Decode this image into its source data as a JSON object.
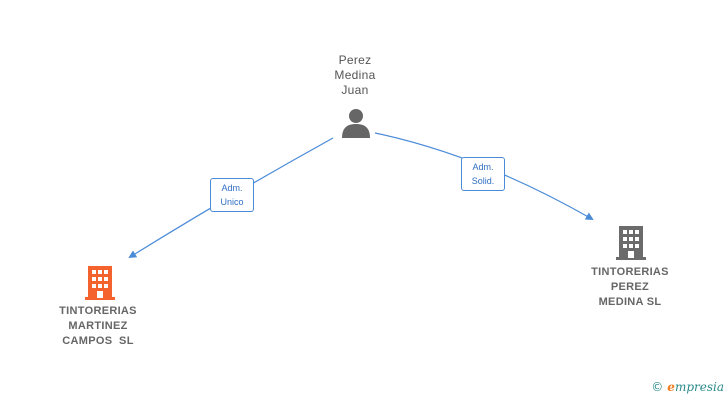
{
  "nodes": {
    "person": {
      "lines": [
        "Perez",
        "Medina",
        "Juan"
      ]
    },
    "company_left": {
      "lines": [
        "TINTORERIAS",
        "MARTINEZ",
        "CAMPOS  SL"
      ],
      "color": "#f4622d"
    },
    "company_right": {
      "lines": [
        "TINTORERIAS",
        "PEREZ",
        "MEDINA SL"
      ],
      "color": "#6b6b6b"
    }
  },
  "edges": {
    "left": {
      "lines": [
        "Adm.",
        "Unico"
      ]
    },
    "right": {
      "lines": [
        "Adm.",
        "Solid."
      ]
    }
  },
  "colors": {
    "edge": "#4a8bd8",
    "person_icon": "#666666"
  },
  "brand": {
    "copyright": "©",
    "e": "e",
    "rest": "mpresia"
  }
}
